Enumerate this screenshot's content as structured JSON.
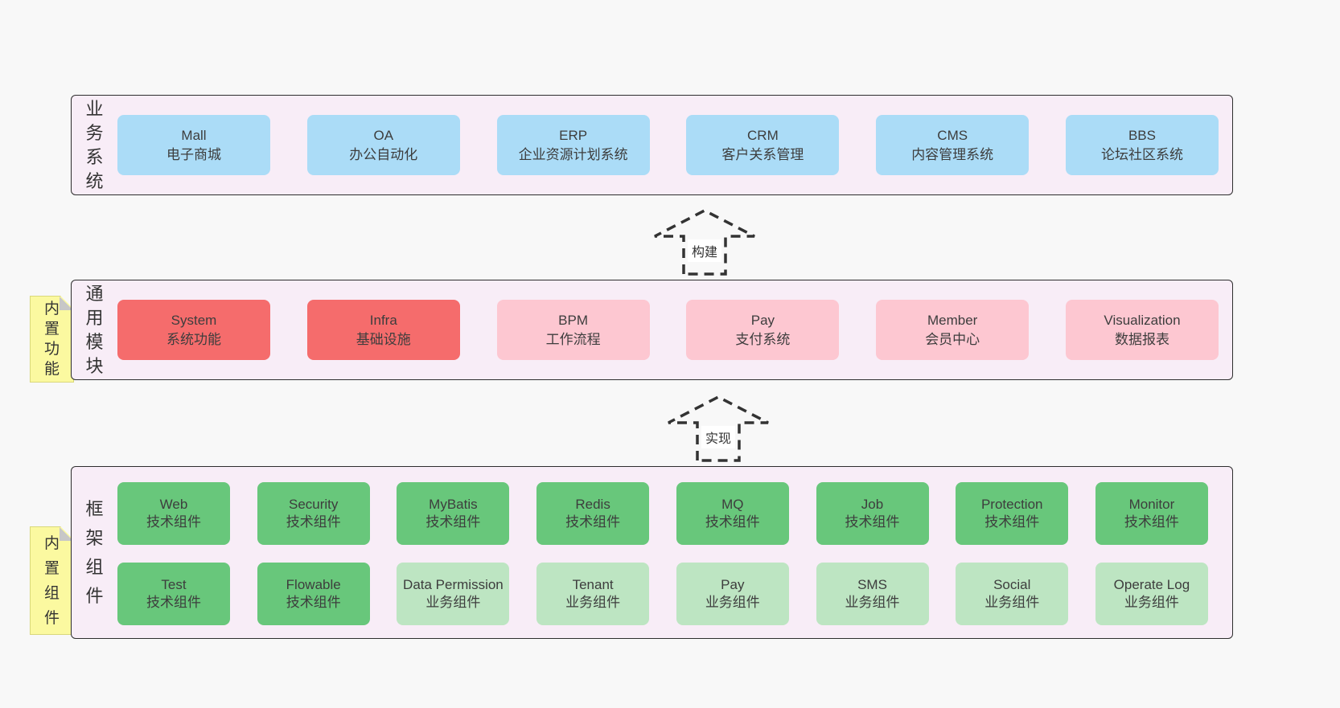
{
  "diagram": {
    "colors": {
      "page_bg": "#f8f8f8",
      "band_bg": "#f8edf7",
      "band_border": "#2e2e2e",
      "blue": "#abdcf7",
      "red": "#f56c6c",
      "pink": "#fdc7d1",
      "green": "#68c77b",
      "light_green": "#bde5c2",
      "note_bg": "#fbf9a0"
    },
    "arrows": [
      {
        "label": "构建"
      },
      {
        "label": "实现"
      }
    ],
    "layers": [
      {
        "label": "业务系统",
        "boxes": [
          {
            "title": "Mall",
            "subtitle": "电子商城"
          },
          {
            "title": "OA",
            "subtitle": "办公自动化"
          },
          {
            "title": "ERP",
            "subtitle": "企业资源计划系统"
          },
          {
            "title": "CRM",
            "subtitle": "客户关系管理"
          },
          {
            "title": "CMS",
            "subtitle": "内容管理系统"
          },
          {
            "title": "BBS",
            "subtitle": "论坛社区系统"
          }
        ]
      },
      {
        "label": "通用模块",
        "note": "内置功能",
        "boxes": [
          {
            "title": "System",
            "subtitle": "系统功能"
          },
          {
            "title": "Infra",
            "subtitle": "基础设施"
          },
          {
            "title": "BPM",
            "subtitle": "工作流程"
          },
          {
            "title": "Pay",
            "subtitle": "支付系统"
          },
          {
            "title": "Member",
            "subtitle": "会员中心"
          },
          {
            "title": "Visualization",
            "subtitle": "数据报表"
          }
        ]
      },
      {
        "label": "框架组件",
        "note": "内置组件",
        "row1": [
          {
            "title": "Web",
            "subtitle": "技术组件"
          },
          {
            "title": "Security",
            "subtitle": "技术组件"
          },
          {
            "title": "MyBatis",
            "subtitle": "技术组件"
          },
          {
            "title": "Redis",
            "subtitle": "技术组件"
          },
          {
            "title": "MQ",
            "subtitle": "技术组件"
          },
          {
            "title": "Job",
            "subtitle": "技术组件"
          },
          {
            "title": "Protection",
            "subtitle": "技术组件"
          },
          {
            "title": "Monitor",
            "subtitle": "技术组件"
          }
        ],
        "row2": [
          {
            "title": "Test",
            "subtitle": "技术组件"
          },
          {
            "title": "Flowable",
            "subtitle": "技术组件"
          },
          {
            "title": "Data Permission",
            "subtitle": "业务组件"
          },
          {
            "title": "Tenant",
            "subtitle": "业务组件"
          },
          {
            "title": "Pay",
            "subtitle": "业务组件"
          },
          {
            "title": "SMS",
            "subtitle": "业务组件"
          },
          {
            "title": "Social",
            "subtitle": "业务组件"
          },
          {
            "title": "Operate Log",
            "subtitle": "业务组件"
          }
        ]
      }
    ]
  }
}
